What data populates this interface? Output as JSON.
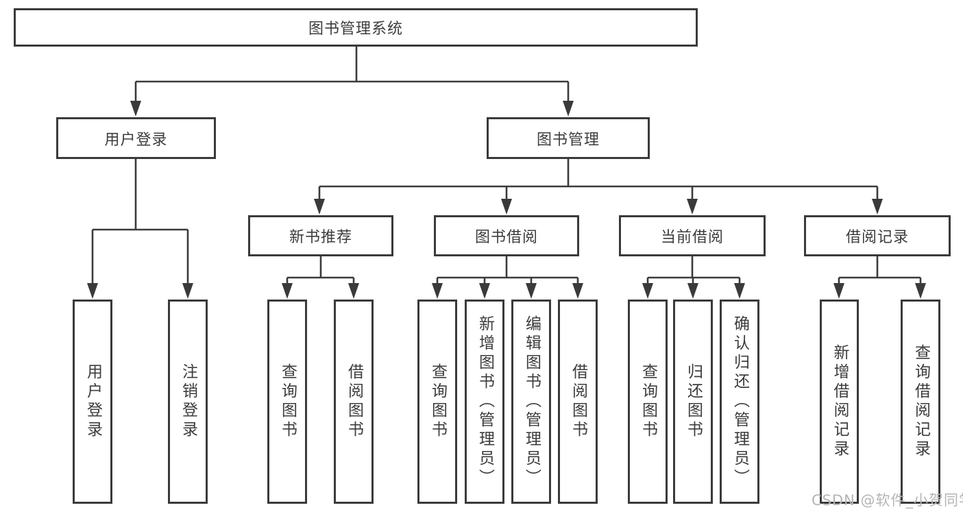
{
  "colors": {
    "line": "#3a3a3a",
    "text": "#3c3c3c",
    "watermark": "#b5b5b5",
    "background": "#ffffff"
  },
  "diagram_type": "tree",
  "nodes": {
    "root": {
      "label": "图书管理系统"
    },
    "user_login": {
      "label": "用户登录",
      "children": [
        "用户登录",
        "注销登录"
      ]
    },
    "book_mgmt": {
      "label": "图书管理"
    },
    "new_books": {
      "label": "新书推荐",
      "children": [
        "查询图书",
        "借阅图书"
      ]
    },
    "book_borrow": {
      "label": "图书借阅",
      "children": [
        "查询图书",
        "新增图书（管理员）",
        "编辑图书（管理员）",
        "借阅图书"
      ]
    },
    "current_borrow": {
      "label": "当前借阅",
      "children": [
        "查询图书",
        "归还图书",
        "确认归还（管理员）"
      ]
    },
    "borrow_records": {
      "label": "借阅记录",
      "children": [
        "新增借阅记录",
        "查询借阅记录"
      ]
    }
  },
  "watermark": {
    "text": "CSDN @软件_小贺同学"
  }
}
